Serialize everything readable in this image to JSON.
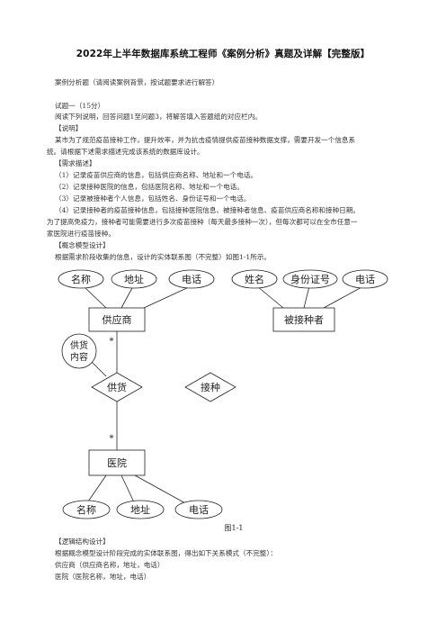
{
  "title": "2022年上半年数据库系统工程师《案例分析》真题及详解【完整版】",
  "intro": "案例分析题（请阅读案例背景，按试题要求进行解答）",
  "q1_header": "试题一（15分）",
  "q1_instruction": "阅读下列说明，回答问题1至问题3，将解答填入答题纸的对应栏内。",
  "explain_label": "【说明】",
  "explain_line1": "某市为了规范疫苗接种工作，提升效率，并为抗击疫情提供疫苗接种数据支撑，需要开发一个信息系",
  "explain_line2": "统。请根据下述需求描述完成该系统的数据库设计。",
  "req_label": "【需求描述】",
  "req1": "（1）记录疫苗供应商的信息，包括供应商名称、地址和一个电话。",
  "req2": "（2）记录接种医院的信息，包括医院名称、地址和一个电话。",
  "req3": "（3）记录被接种者个人信息，包括姓名、身份证号和一个电话。",
  "req4_line1": "（4）记录接种者的疫苗接种信息，包括接种医院信息、被接种者信息、疫苗供应商名称和接种日期。",
  "req4_line2": "为了提高免疫力，接种者可能需要进行多次疫苗接种（每天最多接种一次），但每次都可以在全市任意一",
  "req4_line3": "家医院进行疫苗接种。",
  "concept_label": "【概念模型设计】",
  "concept_desc": "根据需求阶段收集的信息，设计的实体联系图（不完整）如图1-1所示。",
  "diagram": {
    "supplier": "供应商",
    "vaccinee": "被接种者",
    "hospital": "医院",
    "supply": "供货",
    "vaccinate": "接种",
    "supply_content_1": "供货",
    "supply_content_2": "内容",
    "attr_name": "名称",
    "attr_addr": "地址",
    "attr_phone": "电话",
    "attr_person_name": "姓名",
    "attr_id": "身份证号",
    "attr_person_phone": "电话",
    "h_attr_name": "名称",
    "h_attr_addr": "地址",
    "h_attr_phone": "电话",
    "card_top": "*",
    "card_bottom": "*"
  },
  "figure_caption": "图1-1",
  "logic_label": "【逻辑结构设计】",
  "logic_desc": "根据概念模型设计阶段完成的实体联系图，得出如下关系模式（不完整）：",
  "rel1": "供应商（供应商名称，地址，电话）",
  "rel2": "医院（医院名称，地址，电话）"
}
